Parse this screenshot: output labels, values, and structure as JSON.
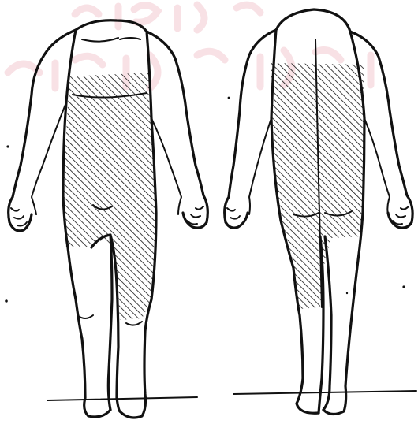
{
  "figure": {
    "views": [
      {
        "id": "front",
        "shaded_region": "trunk-and-upper-legs"
      },
      {
        "id": "back",
        "shaded_region": "back-trunk-and-right-leg"
      }
    ],
    "colors": {
      "ink": "#111111",
      "paper": "#ffffff",
      "watermark": "#f3c9cf"
    }
  }
}
